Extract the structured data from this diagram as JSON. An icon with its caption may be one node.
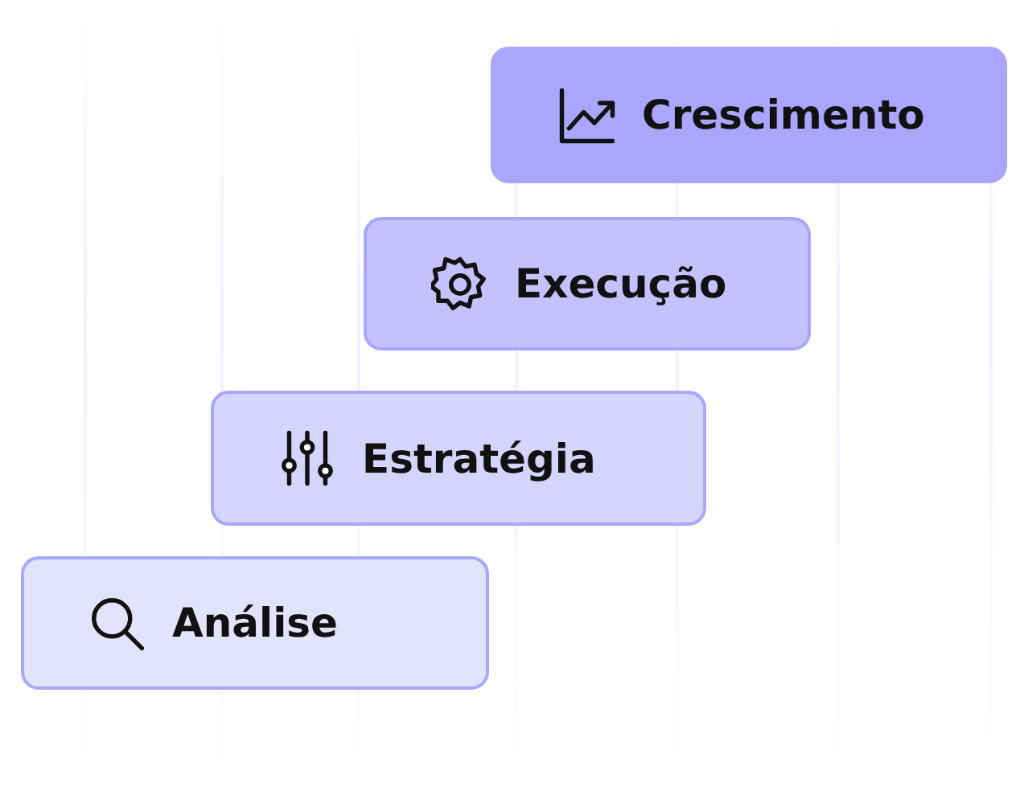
{
  "diagram": {
    "nodes": [
      {
        "text": [
          "Crescimento"
        ]
      },
      {
        "text": [
          "Execução"
        ]
      },
      {
        "text": [
          "Estratégia"
        ]
      },
      {
        "text": [
          "Análise"
        ]
      }
    ]
  }
}
